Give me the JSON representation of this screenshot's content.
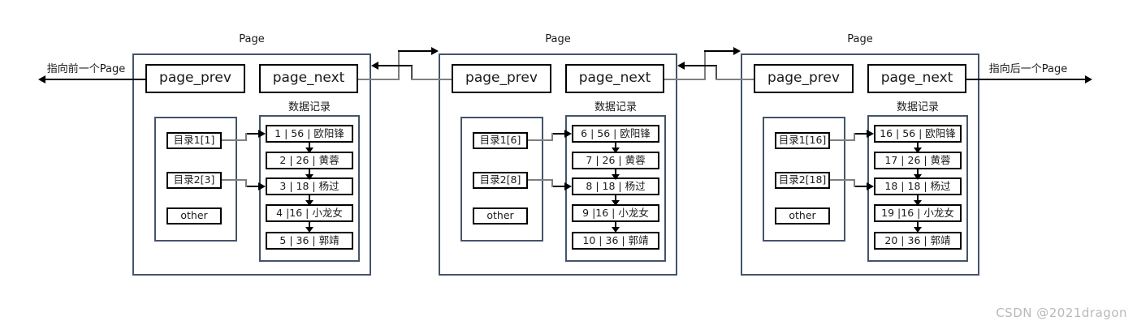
{
  "pointers": {
    "prev_label": "指向前一个Page",
    "next_label": "指向后一个Page"
  },
  "watermark": "CSDN @2021dragon",
  "colors": {
    "frame": "#44546A",
    "inner_box": "#000000",
    "connector_gray": "#7f7f7f",
    "connector_black": "#000000",
    "watermark_gray": "#b9b9b9",
    "background": "#ffffff"
  },
  "pages": [
    {
      "title": "Page",
      "prev_field": "page_prev",
      "next_field": "page_next",
      "records_title": "数据记录",
      "directory": [
        "目录1[1]",
        "目录2[3]",
        "other"
      ],
      "records": [
        "1 | 56 | 欧阳锋",
        "2 | 26 | 黄蓉",
        "3 | 18 | 杨过",
        "4 |16 | 小龙女",
        "5 | 36 | 郭靖"
      ]
    },
    {
      "title": "Page",
      "prev_field": "page_prev",
      "next_field": "page_next",
      "records_title": "数据记录",
      "directory": [
        "目录1[6]",
        "目录2[8]",
        "other"
      ],
      "records": [
        "6 | 56 | 欧阳锋",
        "7 | 26 | 黄蓉",
        "8 | 18 | 杨过",
        "9 |16 | 小龙女",
        "10 | 36 | 郭靖"
      ]
    },
    {
      "title": "Page",
      "prev_field": "page_prev",
      "next_field": "page_next",
      "records_title": "数据记录",
      "directory": [
        "目录1[16]",
        "目录2[18]",
        "other"
      ],
      "records": [
        "16 | 56 | 欧阳锋",
        "17 | 26 | 黄蓉",
        "18 | 18 | 杨过",
        "19 |16 | 小龙女",
        "20 | 36 | 郭靖"
      ]
    }
  ]
}
